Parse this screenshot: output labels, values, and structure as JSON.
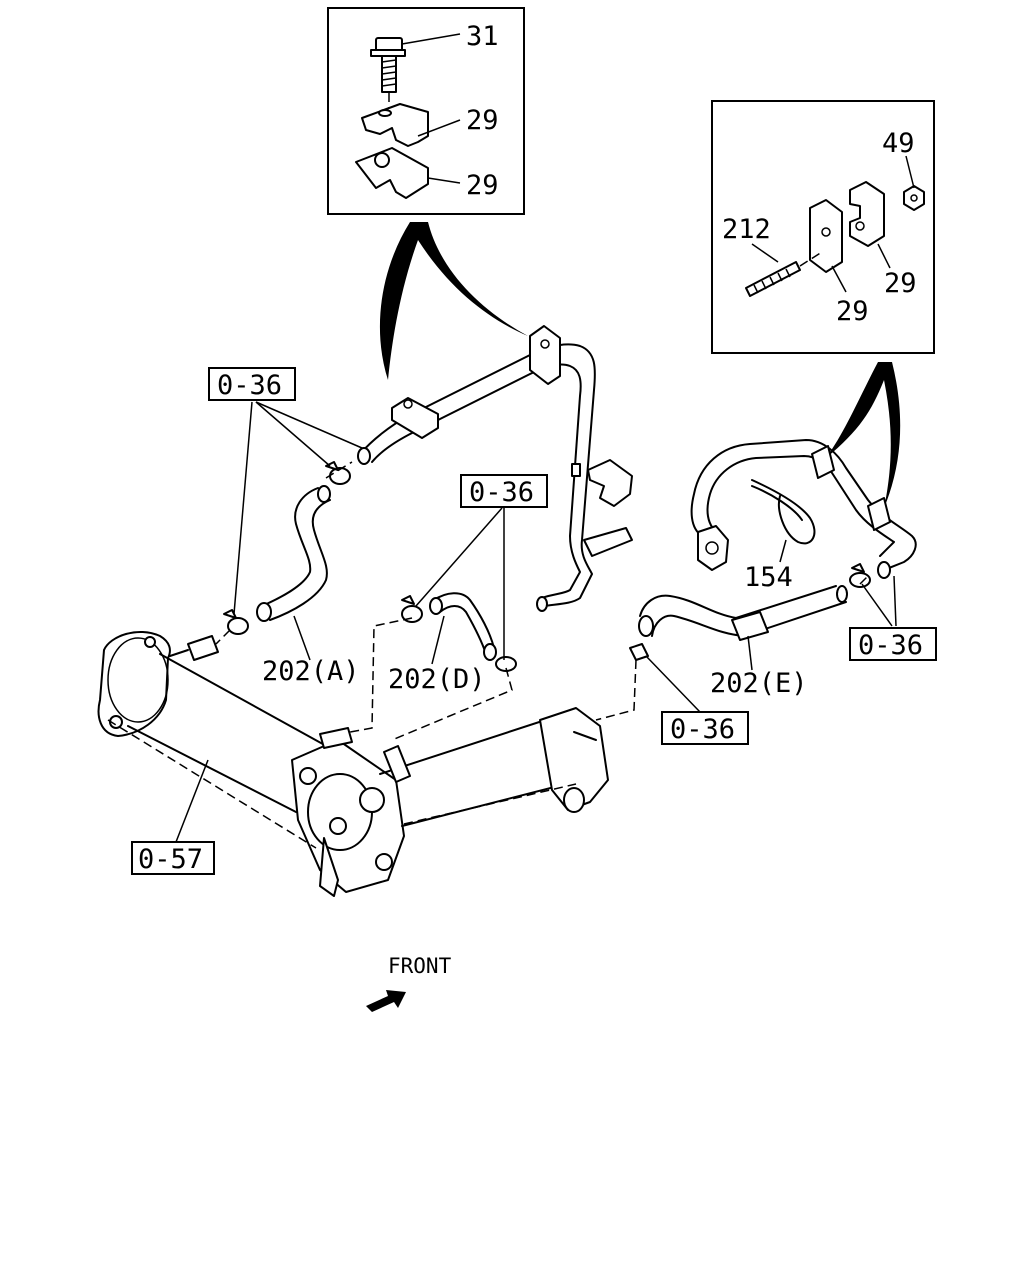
{
  "callouts": {
    "inset_top_bolt": "31",
    "inset_top_clamp_upper": "29",
    "inset_top_clamp_lower": "29",
    "inset_right_nut": "49",
    "inset_right_stud": "212",
    "inset_right_clamp_a": "29",
    "inset_right_clamp_b": "29",
    "cable_tie": "154",
    "hose_a": "202(A)",
    "hose_d": "202(D)",
    "hose_e": "202(E)"
  },
  "refs": {
    "ref_top_left": "0-36",
    "ref_mid": "0-36",
    "ref_right": "0-36",
    "ref_bottom": "0-36",
    "ref_cooler": "0-57"
  },
  "direction": {
    "label": "FRONT"
  }
}
